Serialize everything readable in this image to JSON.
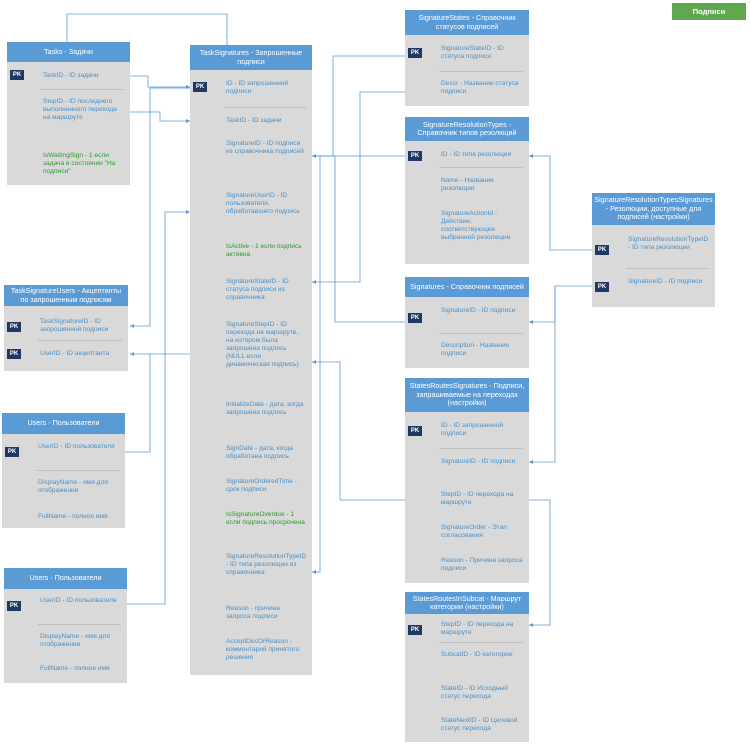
{
  "badge": "Подписи",
  "entities": {
    "tasks": {
      "title": "Tasks - Задачи",
      "rows": [
        "TaskID - ID задачи",
        "StepID - ID последнего выполненного перехода на маршруте",
        "IsWaitingSign - 1 если задача в состоянии \"На подписи\""
      ]
    },
    "task_signatures": {
      "title": "TaskSignatures - Запрошенные подписи",
      "rows": [
        "ID - ID запрошенной подписи",
        "TaskID - ID задачи",
        "SignatureID - ID подписи из справочника подписей",
        "SignatureUserID - ID пользователя, обработавшего подпись",
        "IsActive - 1 если подпись активна",
        "SignatureStateID - ID статуса подписи из справочника",
        "SignatureStepID - ID перехода на маршруте, на котором была запрошена подпись (NULL если динамическая подпись)",
        "InitializeDate - дата, когда запрошена подпись",
        "SignDate - дата, когда обработана подпись",
        "SignatureOrderedTime - срок подписи",
        "IsSignatureOverdue - 1 если подпись просрочена",
        "SignatureResolutionTypeID - ID типа резолюции из справочника",
        "Reason - причина запроса подписи",
        "AcceptDecOrReason - комментарий принятого решения"
      ]
    },
    "task_signature_users": {
      "title": "TaskSignatureUsers - Акцептанты по запрошенным подписям",
      "rows": [
        "TaskSignatureID - ID запрошенной подписи",
        "UserID - ID акцептанта"
      ]
    },
    "users1": {
      "title": "Users - Пользователи",
      "rows": [
        "UserID - ID пользователя",
        "DisplayName - имя для отображения",
        "FullName - полное имя"
      ]
    },
    "users2": {
      "title": "Users - Пользователи",
      "rows": [
        "UserID - ID пользователя",
        "DisplayName - имя для отображения",
        "FullName - полное имя"
      ]
    },
    "signature_states": {
      "title": "SignatureStates - Справочник статусов подписей",
      "rows": [
        "SignatureStateID - ID статуса подписи",
        "Descr - Название статуса подписи"
      ]
    },
    "signature_resolution_types": {
      "title": "SignatureResolutionTypes - Справочник типов резолюций",
      "rows": [
        "ID - ID типа резолюции",
        "Name - Название резолюции",
        "SignatureActionId - Действие, соответствующее выбранной резолюции"
      ]
    },
    "signatures": {
      "title": "Signatures - Справочник подписей",
      "rows": [
        "SignatureID - ID подписи",
        "Description - Название подписи"
      ]
    },
    "srt_signatures": {
      "title": "SignatureResolutionTypesSignatures - Резолюции, доступные для подписей (настройки)",
      "rows": [
        "SignatureResolutionTypeID - ID типа резолюции",
        "SignatureID - ID подписи"
      ]
    },
    "states_routes_signatures": {
      "title": "StatesRoutesSignatures - Подписи, запрашиваемые на переходах (настройки)",
      "rows": [
        "ID - ID запрошенной подписи",
        "SignatureID - ID подписи",
        "StepID - ID перехода на маршруте",
        "SignatureOrder - Этап согласования",
        "Reason - Причина запроса подписи"
      ]
    },
    "states_routes_in_subcat": {
      "title": "StatesRoutesInSubcat - Маршрут категории (настройки)",
      "rows": [
        "StepID - ID перехода на маршруте",
        "SubcatID - ID категории",
        "StateID - ID Исходный статус перехода",
        "StateNextID - ID Целевой статус перехода"
      ]
    }
  }
}
